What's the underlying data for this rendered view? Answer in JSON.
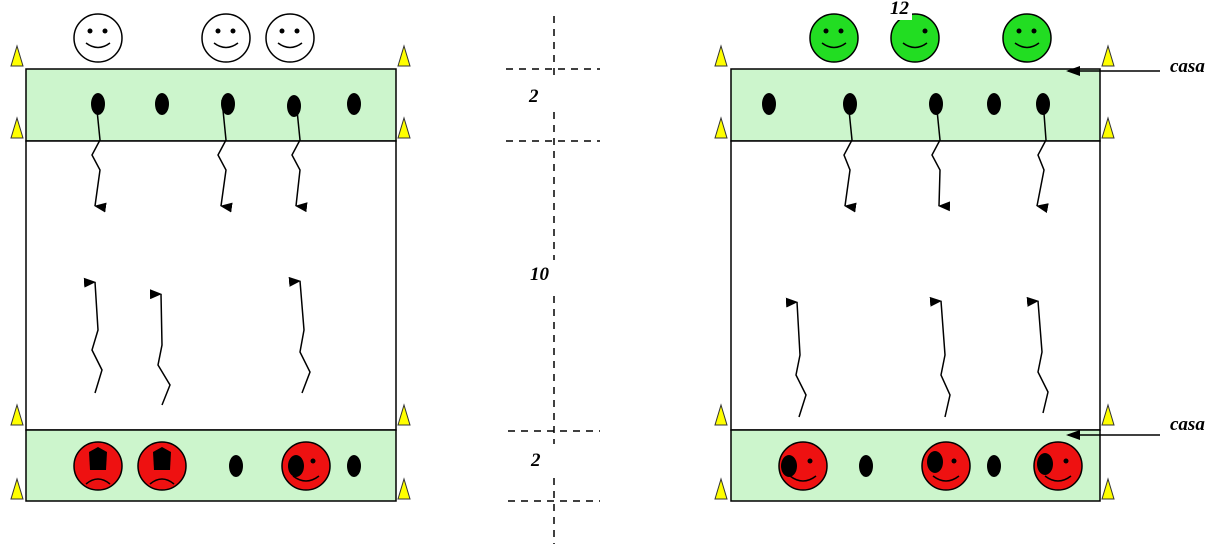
{
  "labels": {
    "zone_top": "2",
    "zone_middle": "10",
    "zone_bottom": "2",
    "total": "12",
    "home_top": "casa",
    "home_bottom": "casa"
  },
  "colors": {
    "home_zone": "#ccf5cc",
    "cone": "#ffff00",
    "happy_player": "#22dd22",
    "red_player": "#ee1111",
    "outline": "#000000"
  },
  "icons": [
    "smiley-face-icon",
    "sad-face-icon",
    "cone-icon",
    "arrow-icon",
    "marker-dot-icon"
  ]
}
